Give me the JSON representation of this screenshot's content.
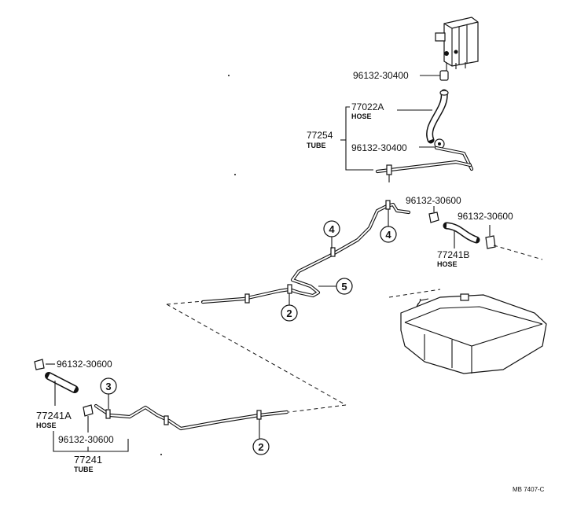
{
  "callouts": {
    "clip_top": "96132-30400",
    "hose_a_pn": "77022A",
    "hose_a_sub": "HOSE",
    "tube_a_pn": "77254",
    "tube_a_sub": "TUBE",
    "clip_mid": "96132-30400",
    "clip_r1": "96132-30600",
    "clip_r2": "96132-30600",
    "hose_b_pn": "77241B",
    "hose_b_sub": "HOSE",
    "clip_l1": "96132-30600",
    "hose_c_pn": "77241A",
    "hose_c_sub": "HOSE",
    "clip_l2": "96132-30600",
    "tube_b_pn": "77241",
    "tube_b_sub": "TUBE"
  },
  "circled": {
    "n4a": "4",
    "n4b": "4",
    "n5": "5",
    "n2a": "2",
    "n3": "3",
    "n2b": "2"
  },
  "footer": {
    "code": "MB 7407-C"
  }
}
